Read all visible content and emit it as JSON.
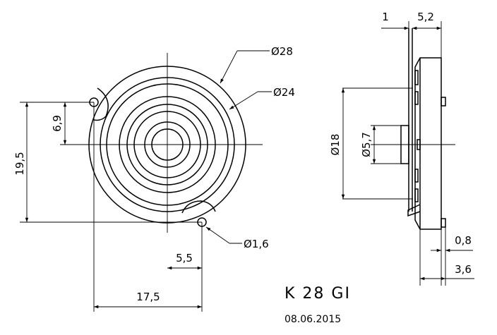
{
  "diagram": {
    "title": "K 28 GI",
    "date": "08.06.2015",
    "front_view": {
      "dim_outer_diameter": "Ø28",
      "dim_inner_diameter": "Ø24",
      "dim_hole_diameter": "Ø1,6",
      "dim_height_total": "19,5",
      "dim_height_upper": "6,9",
      "dim_offset_x": "5,5",
      "dim_width": "17,5"
    },
    "side_view": {
      "dim_one": "1",
      "dim_thickness": "5,2",
      "dim_diameter_18": "Ø18",
      "dim_diameter_57": "Ø5,7",
      "dim_pin": "0,8",
      "dim_pin_length": "3,6"
    }
  }
}
